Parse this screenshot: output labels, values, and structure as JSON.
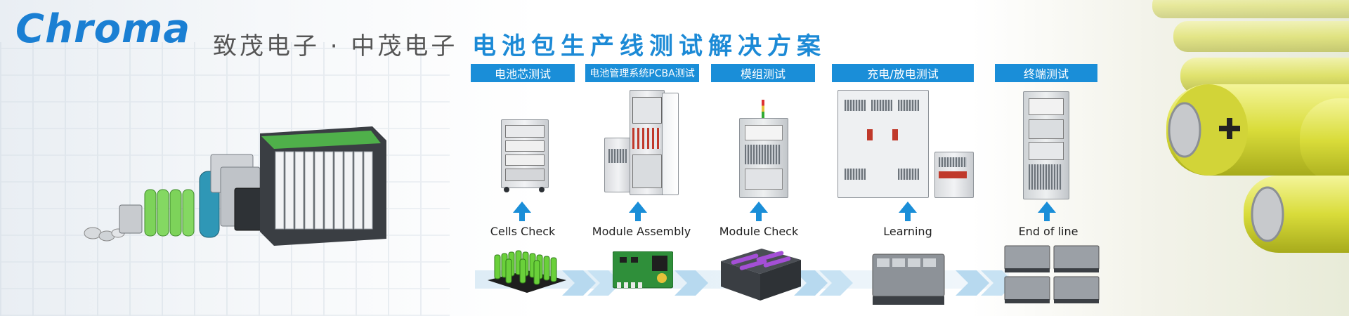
{
  "brand": {
    "logo_text": "Chroma",
    "company": "致茂电子 · 中茂电子",
    "headline": "电池包生产线测试解决方案",
    "accent_color": "#1a8ed8"
  },
  "categories": [
    {
      "label": "电池芯测试"
    },
    {
      "label": "电池管理系统PCBA测试"
    },
    {
      "label": "模组测试"
    },
    {
      "label": "充电/放电测试"
    },
    {
      "label": "终端测试"
    }
  ],
  "stages": [
    {
      "label": "Cells Check"
    },
    {
      "label": "Module Assembly"
    },
    {
      "label": "Module Check"
    },
    {
      "label": "Learning"
    },
    {
      "label": "End of line"
    }
  ],
  "icons": {
    "arrow": "arrow-up-icon",
    "battery_plus": "plus-icon"
  }
}
